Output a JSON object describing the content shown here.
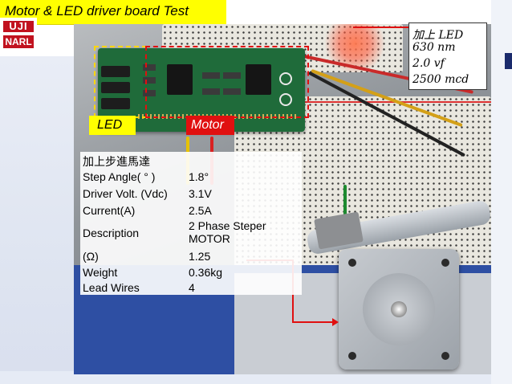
{
  "slide": {
    "title": "Motor & LED driver board  Test",
    "logo": {
      "line1": "UJI",
      "line2": "NARL"
    }
  },
  "annotations": {
    "led_label": "LED",
    "motor_label": "Motor",
    "led_specs": [
      "加上 LED",
      "630 nm",
      "2.0 vf",
      "2500 mcd"
    ]
  },
  "spec_table": {
    "title": "加上步進馬達",
    "rows": [
      {
        "key": "Step Angle( ° )",
        "value": "1.8°"
      },
      {
        "key": "Driver Volt. (Vdc)",
        "value": "3.1V"
      },
      {
        "key": "Current(A)",
        "value": "2.5A"
      },
      {
        "key": "Description",
        "value": "2 Phase Steper\nMOTOR"
      },
      {
        "key": "(Ω)",
        "value": "1.25"
      },
      {
        "key": "Weight",
        "value": "0.36kg"
      },
      {
        "key": "Lead Wires",
        "value": "4"
      }
    ]
  },
  "colors": {
    "title_bar": "#ffff00",
    "motor_label": "#e01010",
    "led_label": "#ffff00",
    "brand_red": "#c1121f"
  }
}
